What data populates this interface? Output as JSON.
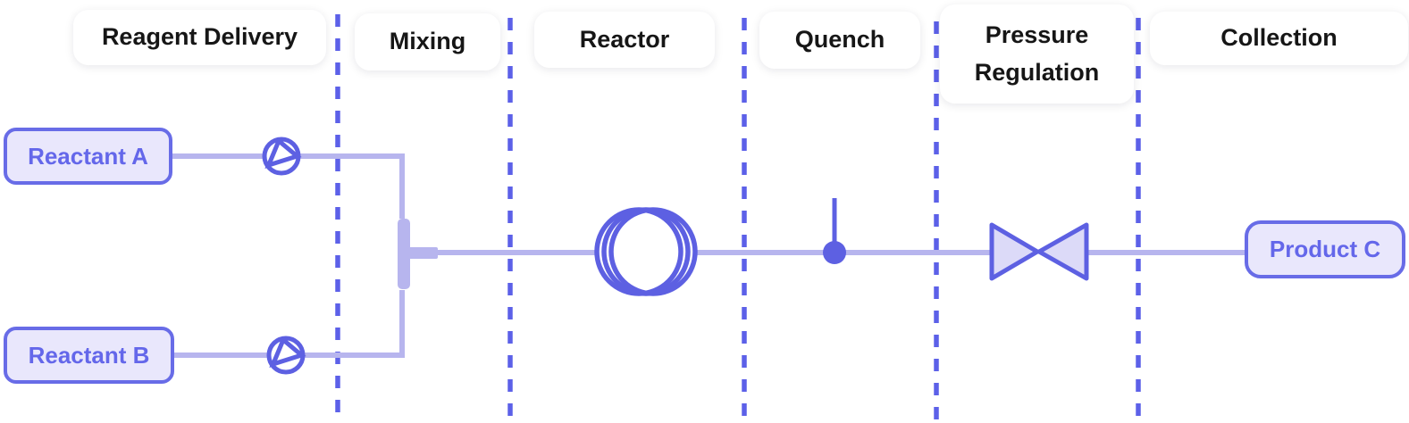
{
  "stages": [
    {
      "label": "Reagent Delivery"
    },
    {
      "label": "Mixing"
    },
    {
      "label": "Reactor"
    },
    {
      "label": "Quench"
    },
    {
      "label": "Pressure Regulation"
    },
    {
      "label": "Collection"
    }
  ],
  "nodes": {
    "reactant_a": {
      "label": "Reactant A"
    },
    "reactant_b": {
      "label": "Reactant B"
    },
    "product_c": {
      "label": "Product C"
    }
  },
  "icons": {
    "pump": "circle-with-right-pointing-triangle",
    "mixer": "t-junction-mixer-bar",
    "reactor_coil": "overlapping-circles-coil",
    "quench_point": "filled-dot-with-probe-line",
    "back_pressure_valve": "bowtie-valve"
  },
  "colors": {
    "background": "#ffffff",
    "divider": "#5c60e8",
    "flow_line": "#b7b5ee",
    "symbol_stroke": "#5d60e2",
    "symbol_fill": "#ffffff",
    "valve_fill": "#dcdaf8",
    "node_fill": "#e9e7fc",
    "node_border": "#686ce7",
    "node_text": "#6467ea",
    "label_bg": "#ffffff",
    "label_text": "#161616"
  }
}
